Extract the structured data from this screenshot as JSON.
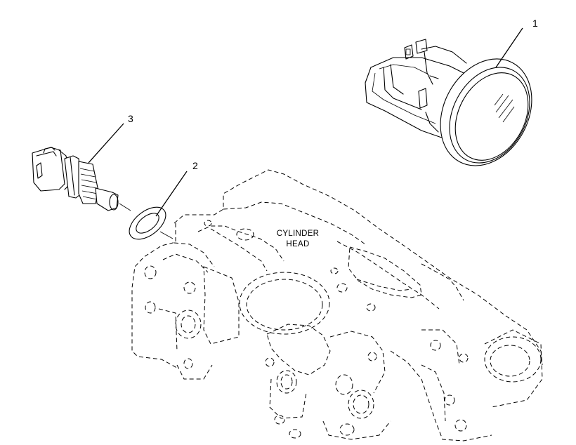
{
  "callouts": [
    {
      "id": "1",
      "label": "1"
    },
    {
      "id": "2",
      "label": "2"
    },
    {
      "id": "3",
      "label": "3"
    }
  ],
  "part_label": {
    "line1": "CYLINDER",
    "line2": "HEAD"
  },
  "colors": {
    "background": "#ffffff",
    "ink": "#000000"
  }
}
